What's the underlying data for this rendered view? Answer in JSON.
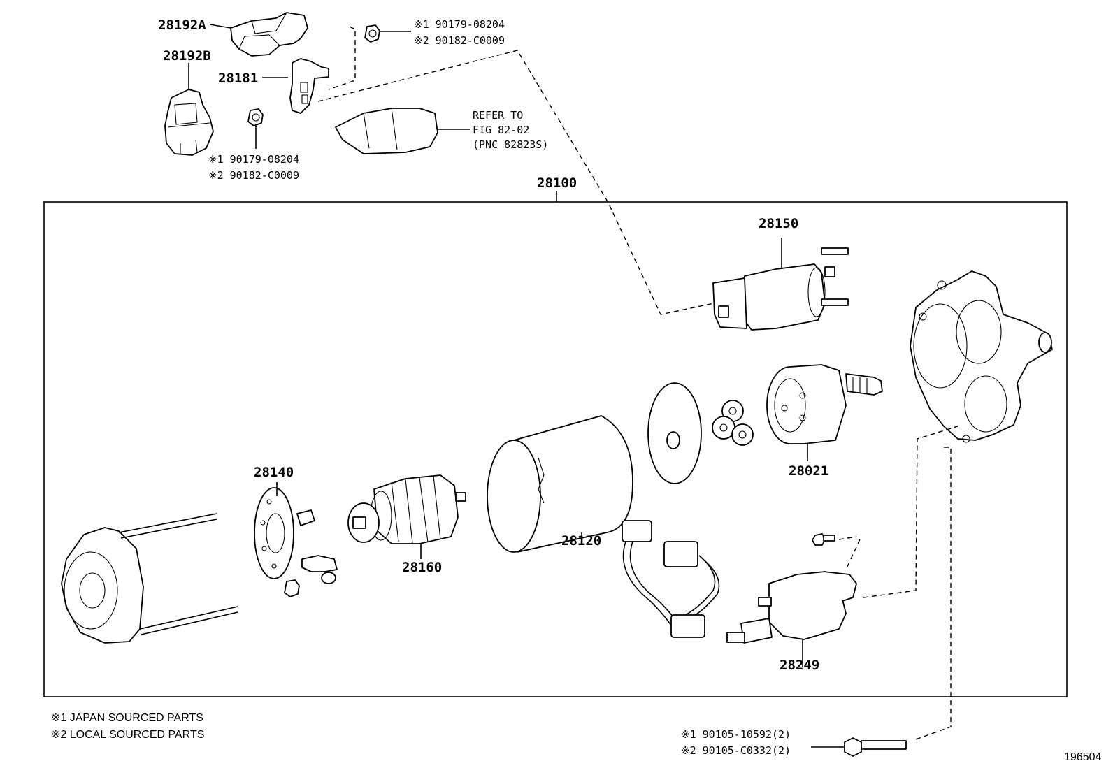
{
  "labels": {
    "p28192a": "28192A",
    "p28192b": "28192B",
    "p28181": "28181",
    "nut_top_1": "※1 90179-08204",
    "nut_top_2": "※2 90182-C0009",
    "nut_left_1": "※1 90179-08204",
    "nut_left_2": "※2 90182-C0009",
    "refer_1": "REFER TO",
    "refer_2": "FIG 82-02",
    "refer_3": "(PNC 82823S)",
    "p28100": "28100",
    "p28150": "28150",
    "p28021": "28021",
    "p28140": "28140",
    "p28160": "28160",
    "p28120": "28120",
    "p28249": "28249",
    "bolt_1": "※1 90105-10592(2)",
    "bolt_2": "※2 90105-C0332(2)"
  },
  "notes": {
    "japan": "※1 JAPAN SOURCED PARTS",
    "local": "※2 LOCAL SOURCED PARTS"
  },
  "figure_id": "196504"
}
